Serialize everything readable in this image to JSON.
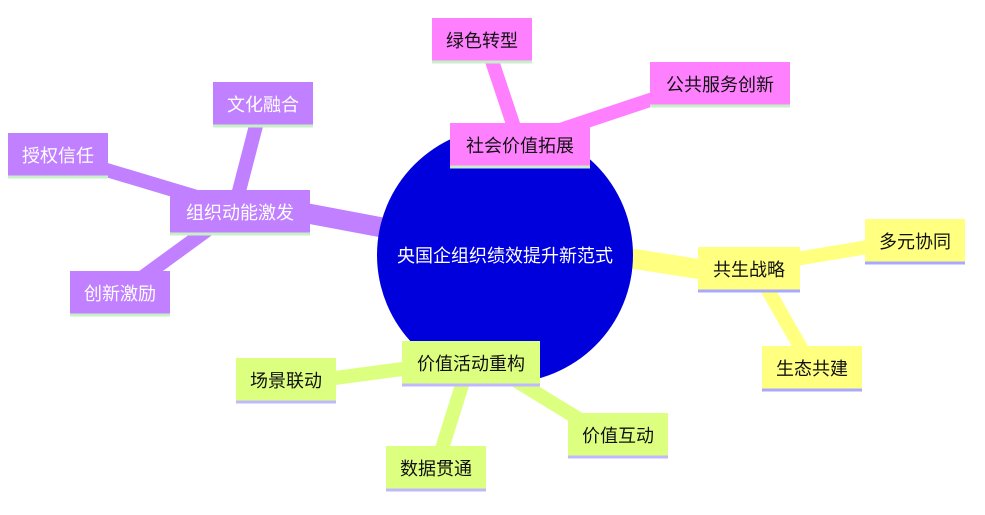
{
  "colors": {
    "root_fill": "#0000dd",
    "pink": "#ff80ff",
    "purple": "#c080ff",
    "yellow": "#ffff80",
    "lime": "#ddff80",
    "underline_pink": "#c8f0c8",
    "underline_purple": "#c8f0c8",
    "underline_yellow": "#a8a8ff",
    "underline_lime": "#c0b8ff"
  },
  "mindmap": {
    "root": {
      "label": "央国企组织绩效提升新范式"
    },
    "branches": [
      {
        "id": "social",
        "label": "社会价值拓展",
        "color": "pink",
        "children": [
          "绿色转型",
          "公共服务创新"
        ]
      },
      {
        "id": "org",
        "label": "组织动能激发",
        "color": "purple",
        "children": [
          "文化融合",
          "授权信任",
          "创新激励"
        ]
      },
      {
        "id": "symbiosis",
        "label": "共生战略",
        "color": "yellow",
        "children": [
          "多元协同",
          "生态共建"
        ]
      },
      {
        "id": "value",
        "label": "价值活动重构",
        "color": "lime",
        "children": [
          "场景联动",
          "数据贯通",
          "价值互动"
        ]
      }
    ]
  }
}
